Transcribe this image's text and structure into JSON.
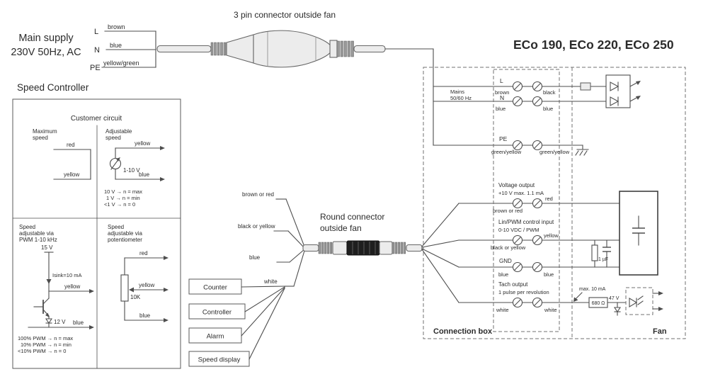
{
  "title": "ECo 190, ECo 220, ECo 250",
  "header": {
    "three_pin_label": "3 pin connector outside fan",
    "main_supply_line1": "Main supply",
    "main_supply_line2": "230V 50Hz, AC",
    "pins": [
      {
        "pin": "L",
        "color": "brown"
      },
      {
        "pin": "N",
        "color": "blue"
      },
      {
        "pin": "PE",
        "color": "yellow/green"
      }
    ]
  },
  "speed_controller": {
    "title": "Speed Controller",
    "customer_circuit": "Customer circuit",
    "maximum_speed": {
      "title_line1": "Maximum",
      "title_line2": "speed",
      "wire_top": "red",
      "wire_bottom": "yellow"
    },
    "adjustable_speed": {
      "title_line1": "Adjustable",
      "title_line2": "speed",
      "wire_top": "yellow",
      "source": "1-10 V",
      "wire_bottom": "blue",
      "notes": [
        "10 V → n = max",
        "1 V → n = min",
        "<1 V → n = 0"
      ]
    },
    "pwm": {
      "title_line1": "Speed",
      "title_line2": "adjustable via",
      "title_line3": "PWM 1-10 kHz",
      "supply": "15 V",
      "sink": "Isink=10 mA",
      "wire_mid": "yellow",
      "zener": "12 V",
      "wire_bottom": "blue",
      "notes": [
        "100% PWM → n = max",
        "10% PWM → n = min",
        "<10% PWM → n = 0"
      ]
    },
    "potentiometer": {
      "title_line1": "Speed",
      "title_line2": "adjustable via",
      "title_line3": "potentiometer",
      "wire_top": "red",
      "pot_value": "10K",
      "wire_mid": "yellow",
      "wire_bottom": "blue"
    }
  },
  "round_connector": {
    "label_line1": "Round connector",
    "label_line2": "outside fan",
    "wires": [
      "brown or red",
      "black or yellow",
      "blue",
      "white"
    ]
  },
  "devices": [
    "Counter",
    "Controller",
    "Alarm",
    "Speed display"
  ],
  "connection_box": {
    "label": "Connection box",
    "fan_label": "Fan",
    "mains_line1": "Mains",
    "mains_line2": "50/60 Hz",
    "rows": {
      "l": {
        "pin": "L",
        "left": "brown",
        "right": "black"
      },
      "n": {
        "pin": "N",
        "left": "blue",
        "right": "blue"
      },
      "pe": {
        "pin": "PE",
        "left": "green/yellow",
        "right": "green/yellow"
      },
      "voltage": {
        "title_line1": "Voltage output",
        "title_line2": "+10 V max. 1.1 mA",
        "left": "brown or red",
        "right": "red"
      },
      "control": {
        "title_line1": "Lin/PWM control input",
        "title_line2": "0-10 VDC / PWM",
        "left": "black or yellow",
        "right": "yellow"
      },
      "gnd": {
        "title_line1": "GND",
        "left": "blue",
        "right": "blue"
      },
      "tach": {
        "title_line1": "Tach output",
        "title_line2": "1 pulse per revolution",
        "left": "white",
        "right": "white"
      }
    },
    "fan_components": {
      "tach_current": "max. 10 mA",
      "tach_resistor": "680 Ω",
      "tach_zener": "47 V",
      "capacitor": "1 µF"
    }
  }
}
